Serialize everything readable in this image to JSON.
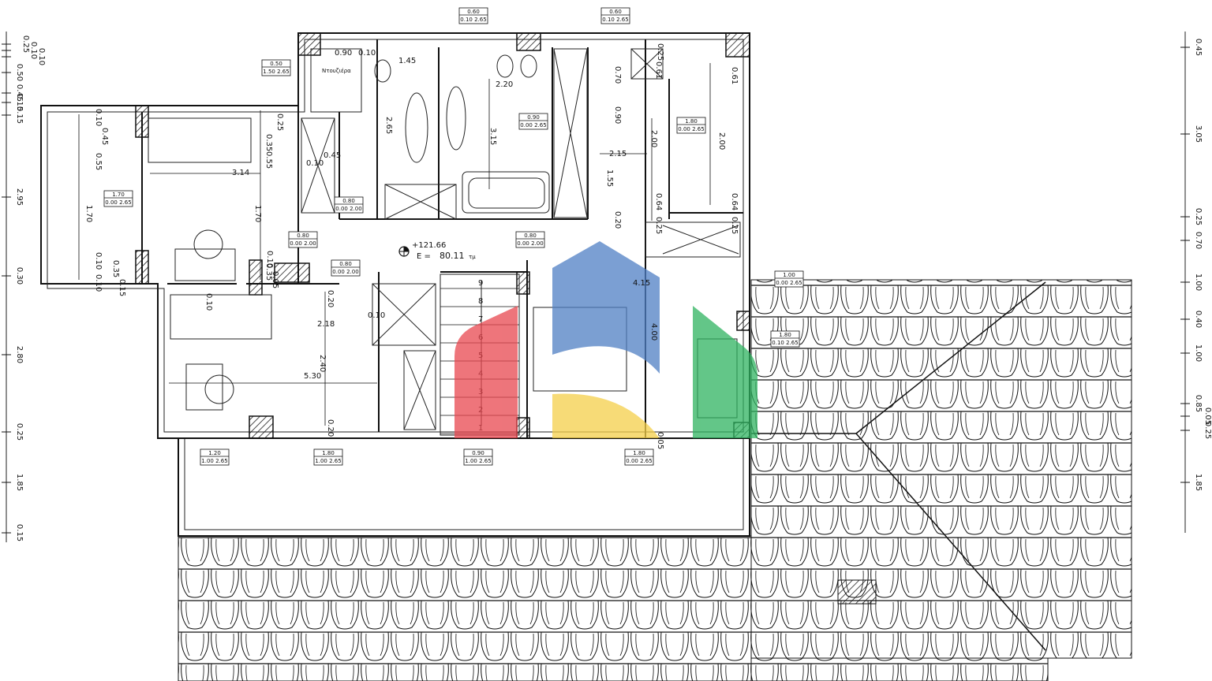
{
  "plan": {
    "room_label": "Ντουζιέρα",
    "elevation": "+121.66",
    "area_prefix": "E =",
    "area_value": "80.11",
    "area_unit": "τμ"
  },
  "window_tags": [
    {
      "top": "0.60",
      "bottom": "0.10 2.65"
    },
    {
      "top": "0.60",
      "bottom": "0.10 2.65"
    },
    {
      "top": "0.50",
      "bottom": "1.50 2.65"
    },
    {
      "top": "1.70",
      "bottom": "0.00 2.65"
    },
    {
      "top": "0.90",
      "bottom": "0.00 2.65"
    },
    {
      "top": "1.80",
      "bottom": "0.00 2.65"
    },
    {
      "top": "0.80",
      "bottom": "0.00 2.00"
    },
    {
      "top": "0.80",
      "bottom": "0.00 2.00"
    },
    {
      "top": "0.80",
      "bottom": "0.00 2.00"
    },
    {
      "top": "0.80",
      "bottom": "0.00 2.00"
    },
    {
      "top": "1.00",
      "bottom": "0.00 2.65"
    },
    {
      "top": "1.80",
      "bottom": "0.10 2.65"
    },
    {
      "top": "1.20",
      "bottom": "1.00 2.65"
    },
    {
      "top": "1.80",
      "bottom": "1.00 2.65"
    },
    {
      "top": "0.90",
      "bottom": "1.00 2.65"
    },
    {
      "top": "1.80",
      "bottom": "0.00 2.65"
    }
  ],
  "left_axis": [
    "0.25",
    "0.10",
    "0.10",
    "0.50",
    "0.45",
    "0.15",
    "0.15",
    "2.95",
    "0.30",
    "2.80",
    "0.25",
    "1.85",
    "0.15"
  ],
  "right_axis": [
    "0.45",
    "3.05",
    "0.25",
    "0.70",
    "1.00",
    "0.40",
    "1.00",
    "0.85",
    "0.05",
    "0.25",
    "1.85"
  ],
  "inner_dims": [
    "0.90",
    "0.10",
    "1.45",
    "2.20",
    "2.65",
    "3.15",
    "0.70",
    "0.90",
    "2.00",
    "2.00",
    "0.61",
    "0.25",
    "0.61",
    "2.15",
    "1.55",
    "0.20",
    "0.64",
    "0.25",
    "0.64",
    "0.25",
    "0.10",
    "0.45",
    "0.55",
    "0.25",
    "0.35",
    "0.55",
    "3.14",
    "1.70",
    "1.70",
    "0.10",
    "0.35",
    "0.10",
    "0.10",
    "0.45",
    "0.10",
    "0.35",
    "0.15",
    "0.10",
    "0.05",
    "0.20",
    "2.18",
    "2.40",
    "5.30",
    "0.10",
    "0.20",
    "4.15",
    "4.00",
    "0.05"
  ],
  "stair_steps": [
    "9",
    "8",
    "7",
    "6",
    "5",
    "4",
    "3",
    "2",
    "1"
  ],
  "logo_colors": {
    "blue": "#4f7fc4",
    "red": "#e8474f",
    "green": "#2fb360",
    "yellow": "#f5d04a"
  }
}
